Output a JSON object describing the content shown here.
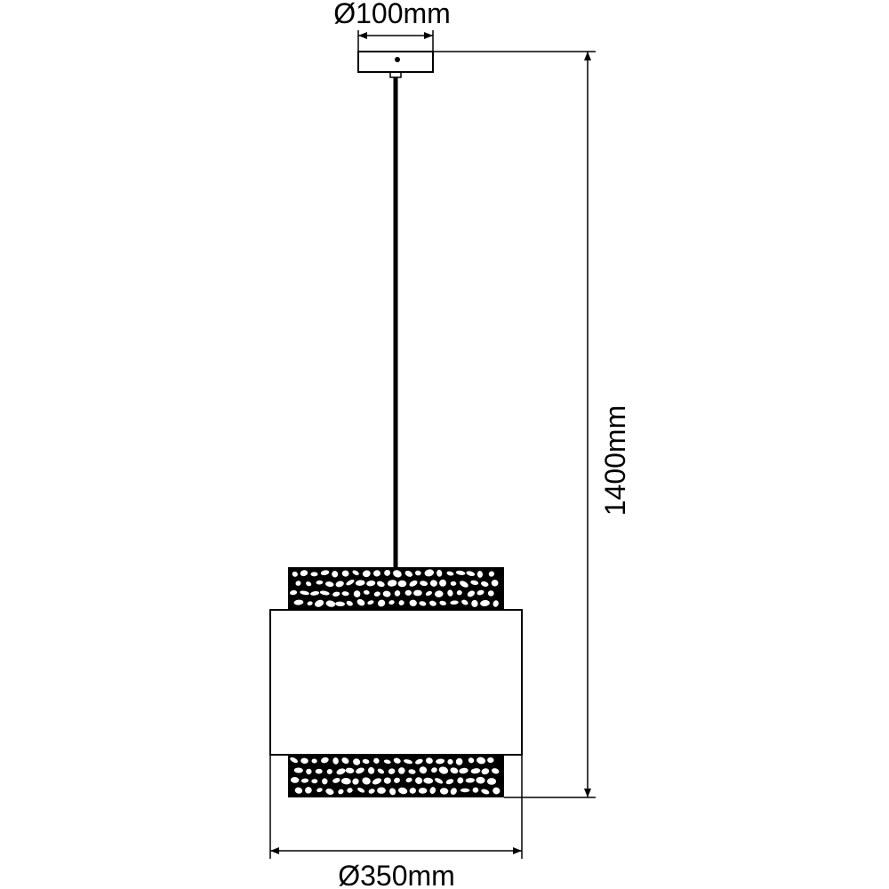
{
  "drawing": {
    "dimensions": {
      "canopy_diameter": "Ø100mm",
      "total_height": "1400mm",
      "shade_diameter": "Ø350mm"
    },
    "components": [
      "canopy",
      "suspension-cable",
      "perforated-shade-top",
      "fabric-shade-band",
      "perforated-shade-bottom"
    ],
    "colors": {
      "line": "#000000",
      "background": "#ffffff"
    }
  }
}
